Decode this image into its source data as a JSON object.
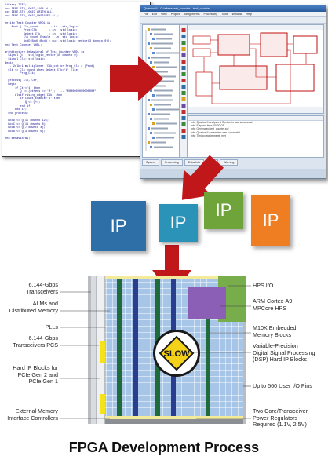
{
  "code_editor": {
    "lines": [
      "library IEEE;",
      "use IEEE.STD_LOGIC_1164.ALL;",
      "use IEEE.STD_LOGIC_ARITH.ALL;",
      "use IEEE.STD_LOGIC_UNSIGNED.ALL;",
      "",
      "entity Test_Counter_VHDL is",
      "    Port ( Clk_count       : in   std_logic;",
      "           Prog_Clk       : in   std_logic;",
      "           Select_Clk     : in   std_logic;",
      "           Clk_Count_Enable : in  std_logic;",
      "           BcdD:BcdC:BcdB : out  std_logic_vector(3 downto 0));",
      "end Test_Counter_VHDL;",
      "",
      "architecture Behavioral of Test_Counter_VHDL is",
      "  Signal Q:   std_logic_vector(15 downto 0);",
      "  Signal Clk: std_logic;",
      "Begin",
      "  -- 2clk:1 multiplexer  Clk_cnt or Prog_Clk = (Prod)",
      "  Clk <= Clk_count when Select_Clk='1' Else",
      "         Prog_Clk;",
      "",
      "  process( Clk, Ctr)",
      "  begin",
      "      if Ctr='1' then",
      "         Q <= (others => '0');   -- \"0000000000000000\"",
      "      elsif rising_edge( Clk) then",
      "         if Count_Enable='1' then",
      "            Q <= Q+1;",
      "         end if;",
      "      end if;",
      "  end process;",
      "",
      "  BcdD <= Q(15 downto 12);",
      "  BcdC <= Q(11 downto 8);",
      "  BcdB <= Q(7 downto 4);",
      "  BcdA <= Q(3 downto 0);",
      "",
      "end Behavioral;"
    ]
  },
  "ide": {
    "title": "Quartus II - C:/altera/test_counter - test_counter",
    "menu": [
      "File",
      "Edit",
      "View",
      "Project",
      "Assignments",
      "Processing",
      "Tools",
      "Window",
      "Help"
    ],
    "messages": [
      "Info: Quartus II Analysis & Synthesis was successful",
      "Info: Elapsed time: 00:00:03",
      "Info: Generated test_counter.sof",
      "Info: Quartus II Assembler was successful",
      "Info: Timing requirements met"
    ],
    "tabs": [
      "System",
      "Processing",
      "Extra Info",
      "Info",
      "Warning"
    ]
  },
  "ip_blocks": [
    {
      "label": "IP",
      "color": "#2f6fa7"
    },
    {
      "label": "IP",
      "color": "#2b93b7"
    },
    {
      "label": "IP",
      "color": "#6ea43a"
    },
    {
      "label": "IP",
      "color": "#ef7d22"
    }
  ],
  "fpga": {
    "slow_sign": "SLOW",
    "left_labels": [
      "6.144-Gbps\nTransceivers",
      "ALMs and\nDistributed Memory",
      "PLLs",
      "6.144-Gbps\nTransceivers PCS",
      "Hard IP Blocks for\nPCIe Gen 2 and\nPCIe Gen 1",
      "External Memory\nInterface Controllers"
    ],
    "right_labels": [
      "HPS I/O",
      "ARM Cortex-A9\nMPCore HPS",
      "M10K Embedded\nMemory Blocks",
      "Variable-Precision\nDigital Signal Processing\n(DSP) Hard IP Blocks",
      "Up to 560 User I/O Pins",
      "Two Core/Transceiver\nPower Regulators\nRequired (1.1V, 2.5V)"
    ]
  },
  "colors": {
    "arrow": "#c0171b",
    "fabric": "#9fc0e4",
    "dsp": "#2a3d8f",
    "memory": "#1f6b3a",
    "hps": "#8a5fb5",
    "hps_io": "#77ad4b",
    "pcie": "#f4e21a"
  },
  "footer_title": "FPGA Development Process"
}
